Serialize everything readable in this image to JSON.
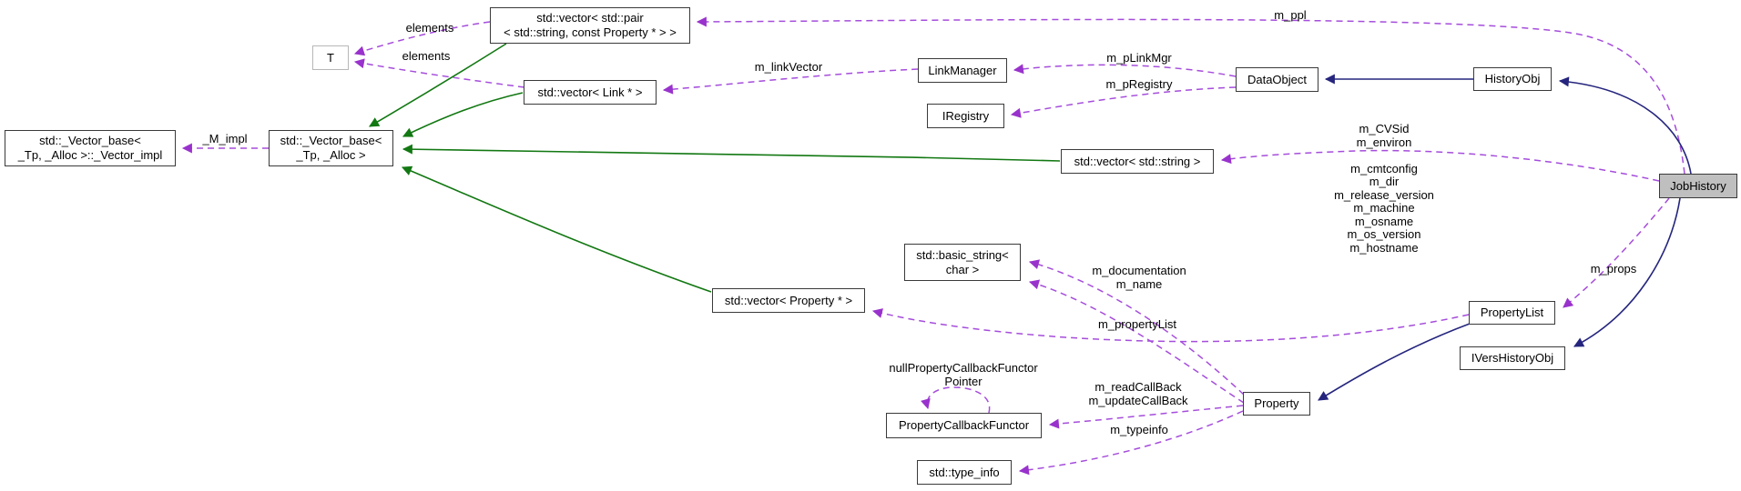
{
  "diagram": {
    "type": "collaboration-graph",
    "focus_node": "JobHistory",
    "colors": {
      "association_edge": "#a54ddb",
      "association_arrow": "#9932cc",
      "inheritance_edge": "#25257e",
      "template_inheritance_edge": "#127812",
      "node_fill": "#ffffff",
      "focus_node_fill": "#bfbfbf",
      "node_border": "#3a3a3a"
    },
    "nodes": {
      "vector_pair": {
        "label": "std::vector< std::pair\n< std::string, const Property * > >"
      },
      "t": {
        "label": "T"
      },
      "vector_link": {
        "label": "std::vector< Link * >"
      },
      "link_manager": {
        "label": "LinkManager"
      },
      "iregistry": {
        "label": "IRegistry"
      },
      "data_object": {
        "label": "DataObject"
      },
      "history_obj": {
        "label": "HistoryObj"
      },
      "vector_impl": {
        "label": "std::_Vector_base<\n_Tp, _Alloc >::_Vector_impl"
      },
      "vector_base": {
        "label": "std::_Vector_base<\n_Tp, _Alloc >"
      },
      "vector_string": {
        "label": "std::vector< std::string >"
      },
      "job_history": {
        "label": "JobHistory"
      },
      "basic_string": {
        "label": "std::basic_string<\nchar >"
      },
      "vector_property": {
        "label": "std::vector< Property * >"
      },
      "property_list": {
        "label": "PropertyList"
      },
      "ivers_history_obj": {
        "label": "IVersHistoryObj"
      },
      "property_callback_functor": {
        "label": "PropertyCallbackFunctor"
      },
      "property": {
        "label": "Property"
      },
      "type_info": {
        "label": "std::type_info"
      }
    },
    "edge_labels": {
      "elements_top": "elements",
      "elements_bottom": "elements",
      "m_ppl": "m_ppl",
      "m_linkVector": "m_linkVector",
      "m_pLinkMgr": "m_pLinkMgr",
      "m_pRegistry": "m_pRegistry",
      "m_impl": "_M_impl",
      "job_history_strings": "m_CVSid\nm_environ\n\nm_cmtconfig\nm_dir\nm_release_version\nm_machine\nm_osname\nm_os_version\nm_hostname",
      "property_strings": "m_documentation\nm_name",
      "m_props": "m_props",
      "m_propertyList": "m_propertyList",
      "null_functor_pointer": "nullPropertyCallbackFunctor\nPointer",
      "callbacks": "m_readCallBack\nm_updateCallBack",
      "m_typeinfo": "m_typeinfo"
    }
  }
}
